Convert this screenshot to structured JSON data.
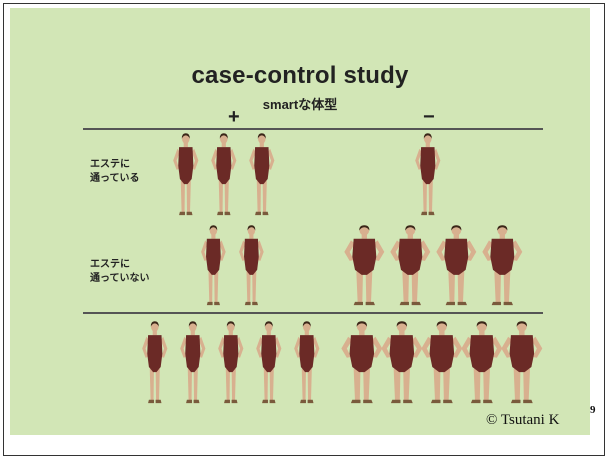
{
  "slide": {
    "title": "case-control study",
    "subtitle": "smartな体型",
    "column_positive": "+",
    "column_negative": "−",
    "row1_label_line1": "エステに",
    "row1_label_line2": "通っている",
    "row2_label_line1": "エステに",
    "row2_label_line2": "通っていない",
    "copyright": "© Tsutani K",
    "slide_number": "9"
  },
  "groups": {
    "row1_positive_count": 3,
    "row1_negative_count": 1,
    "row2_positive_count": 2,
    "row2_negative_count": 4,
    "total_positive_count": 5,
    "total_negative_count": 5
  },
  "colors": {
    "background": "#d2e6b6",
    "swimsuit": "#6b2a26",
    "skin": "#d8b08f",
    "hair": "#3a2618"
  }
}
